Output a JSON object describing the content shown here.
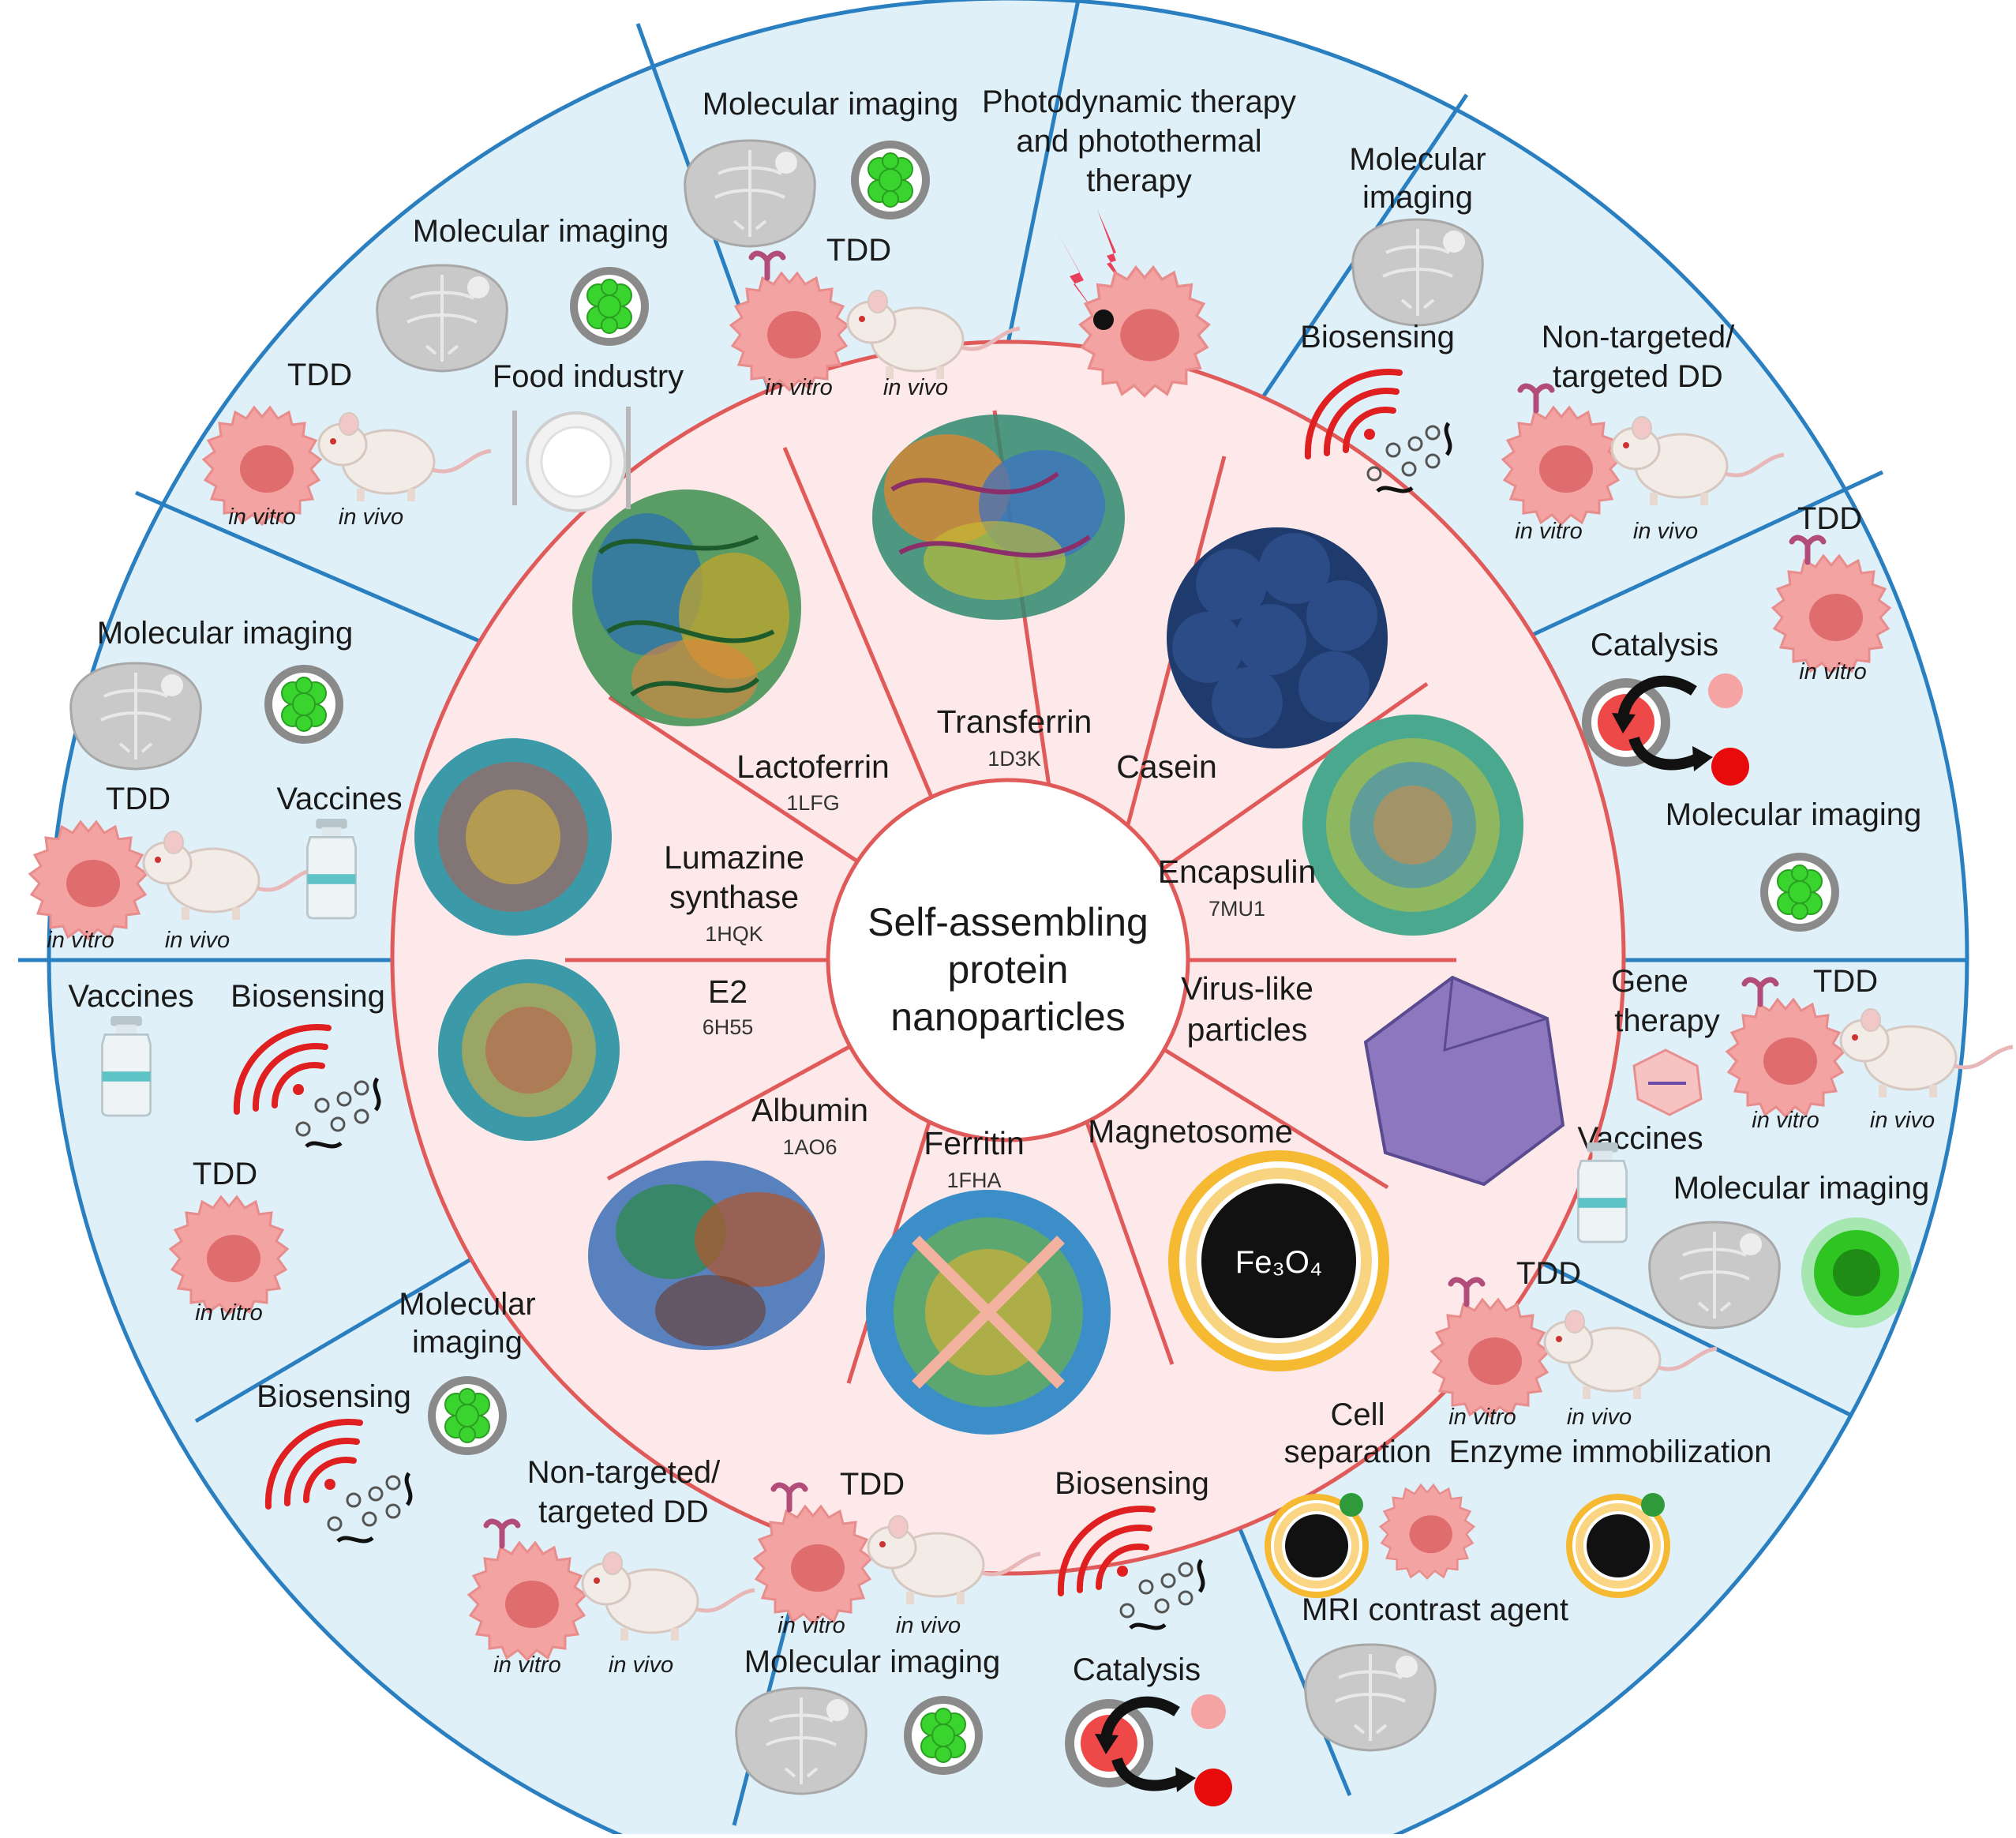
{
  "center": {
    "lines": [
      "Self-assembling",
      "protein",
      "nanoparticles"
    ]
  },
  "proteins": {
    "lactoferrin": {
      "name": "Lactoferrin",
      "pdb": "1LFG"
    },
    "transferrin": {
      "name": "Transferrin",
      "pdb": "1D3K"
    },
    "casein": {
      "name": "Casein"
    },
    "encapsulin": {
      "name": "Encapsulin",
      "pdb": "7MU1"
    },
    "vlp": {
      "lines": [
        "Virus-like",
        "particles"
      ]
    },
    "magnetosome": {
      "name": "Magnetosome",
      "core_label": "Fe₃O₄"
    },
    "ferritin": {
      "name": "Ferritin",
      "pdb": "1FHA"
    },
    "albumin": {
      "name": "Albumin",
      "pdb": "1AO6"
    },
    "e2": {
      "name": "E2",
      "pdb": "6H55"
    },
    "lumazine": {
      "lines": [
        "Lumazine",
        "synthase"
      ],
      "pdb": "1HQK"
    }
  },
  "labels": {
    "in_vitro": "in vitro",
    "in_vivo": "in vivo",
    "molecular_imaging": "Molecular imaging",
    "molecular": "Molecular",
    "imaging": "imaging",
    "tdd": "TDD",
    "food_industry": "Food industry",
    "photo_1": "Photodynamic therapy",
    "photo_2": "and photothermal",
    "photo_3": "therapy",
    "biosensing": "Biosensing",
    "non_targeted": "Non-targeted/",
    "targeted_dd": "targeted DD",
    "catalysis": "Catalysis",
    "gene": "Gene",
    "therapy": "therapy",
    "vaccines": "Vaccines",
    "cell": "Cell",
    "separation": "separation",
    "enzyme_immobilization": "Enzyme immobilization",
    "mri": "MRI contrast agent"
  },
  "colors": {
    "outer_ring": "#dff0f8",
    "outer_border": "#2a7fc0",
    "inner_ring": "#fde9ea",
    "inner_border": "#e05a5a",
    "cell": "#f29b9b",
    "nucleus": "#e06868",
    "green_np": "#39d42e",
    "casein": "#1f3b6e",
    "vlp": "#8d78c0",
    "signal_red": "#e02020"
  }
}
